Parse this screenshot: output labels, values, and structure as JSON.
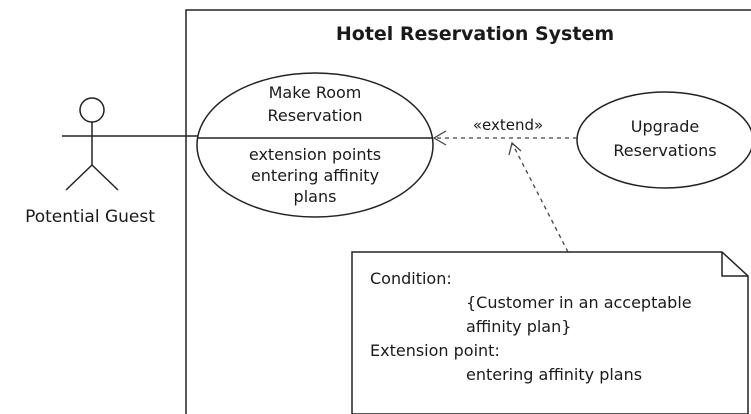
{
  "system": {
    "title": "Hotel Reservation System"
  },
  "actor": {
    "name": "Potential Guest"
  },
  "use_cases": {
    "make_reservation": {
      "name_line1": "Make Room",
      "name_line2": "Reservation",
      "ext_line1": "extension points",
      "ext_line2": "entering affinity",
      "ext_line3": "plans"
    },
    "upgrade": {
      "name_line1": "Upgrade",
      "name_line2": "Reservations"
    }
  },
  "relationship": {
    "stereotype": "«extend»"
  },
  "note": {
    "line1": "Condition:",
    "line2": "{Customer in an acceptable",
    "line3": "affinity plan}",
    "line4": "Extension point:",
    "line5": "entering affinity plans"
  }
}
